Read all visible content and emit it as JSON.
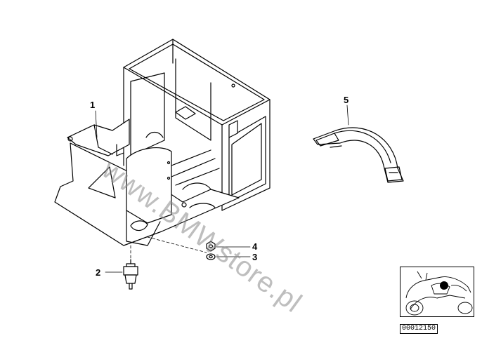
{
  "callouts": [
    {
      "id": "1",
      "label": "1"
    },
    {
      "id": "2",
      "label": "2"
    },
    {
      "id": "3",
      "label": "3"
    },
    {
      "id": "4",
      "label": "4"
    },
    {
      "id": "5",
      "label": "5"
    }
  ],
  "watermark": "www.BMWstore.pl",
  "diagram_id": "00012150",
  "colors": {
    "line": "#000000",
    "watermark": "#8a8a8a",
    "background": "#ffffff"
  }
}
